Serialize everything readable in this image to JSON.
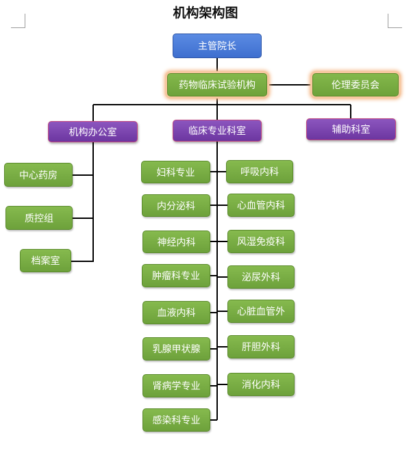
{
  "title": "机构架构图",
  "nodes": {
    "director": "主管院长",
    "trial_org": "药物临床试验机构",
    "ethics": "伦理委员会",
    "office": "机构办公室",
    "clinical": "临床专业科室",
    "auxiliary": "辅助科室",
    "office_children": [
      "中心药房",
      "质控组",
      "档案室"
    ],
    "clinical_left": [
      "妇科专业",
      "内分泌科",
      "神经内科",
      "肿瘤科专业",
      "血液内科",
      "乳腺甲状腺",
      "肾病学专业",
      "感染科专业"
    ],
    "clinical_right": [
      "呼吸内科",
      "心血管内科",
      "风湿免疫科",
      "泌尿外科",
      "心脏血管外",
      "肝胆外科",
      "消化内科"
    ]
  },
  "colors": {
    "blue": "#4a7bd8",
    "green": "#76aa44",
    "purple": "#7a44ad",
    "glow": "#f2b07a",
    "line": "#000000"
  }
}
